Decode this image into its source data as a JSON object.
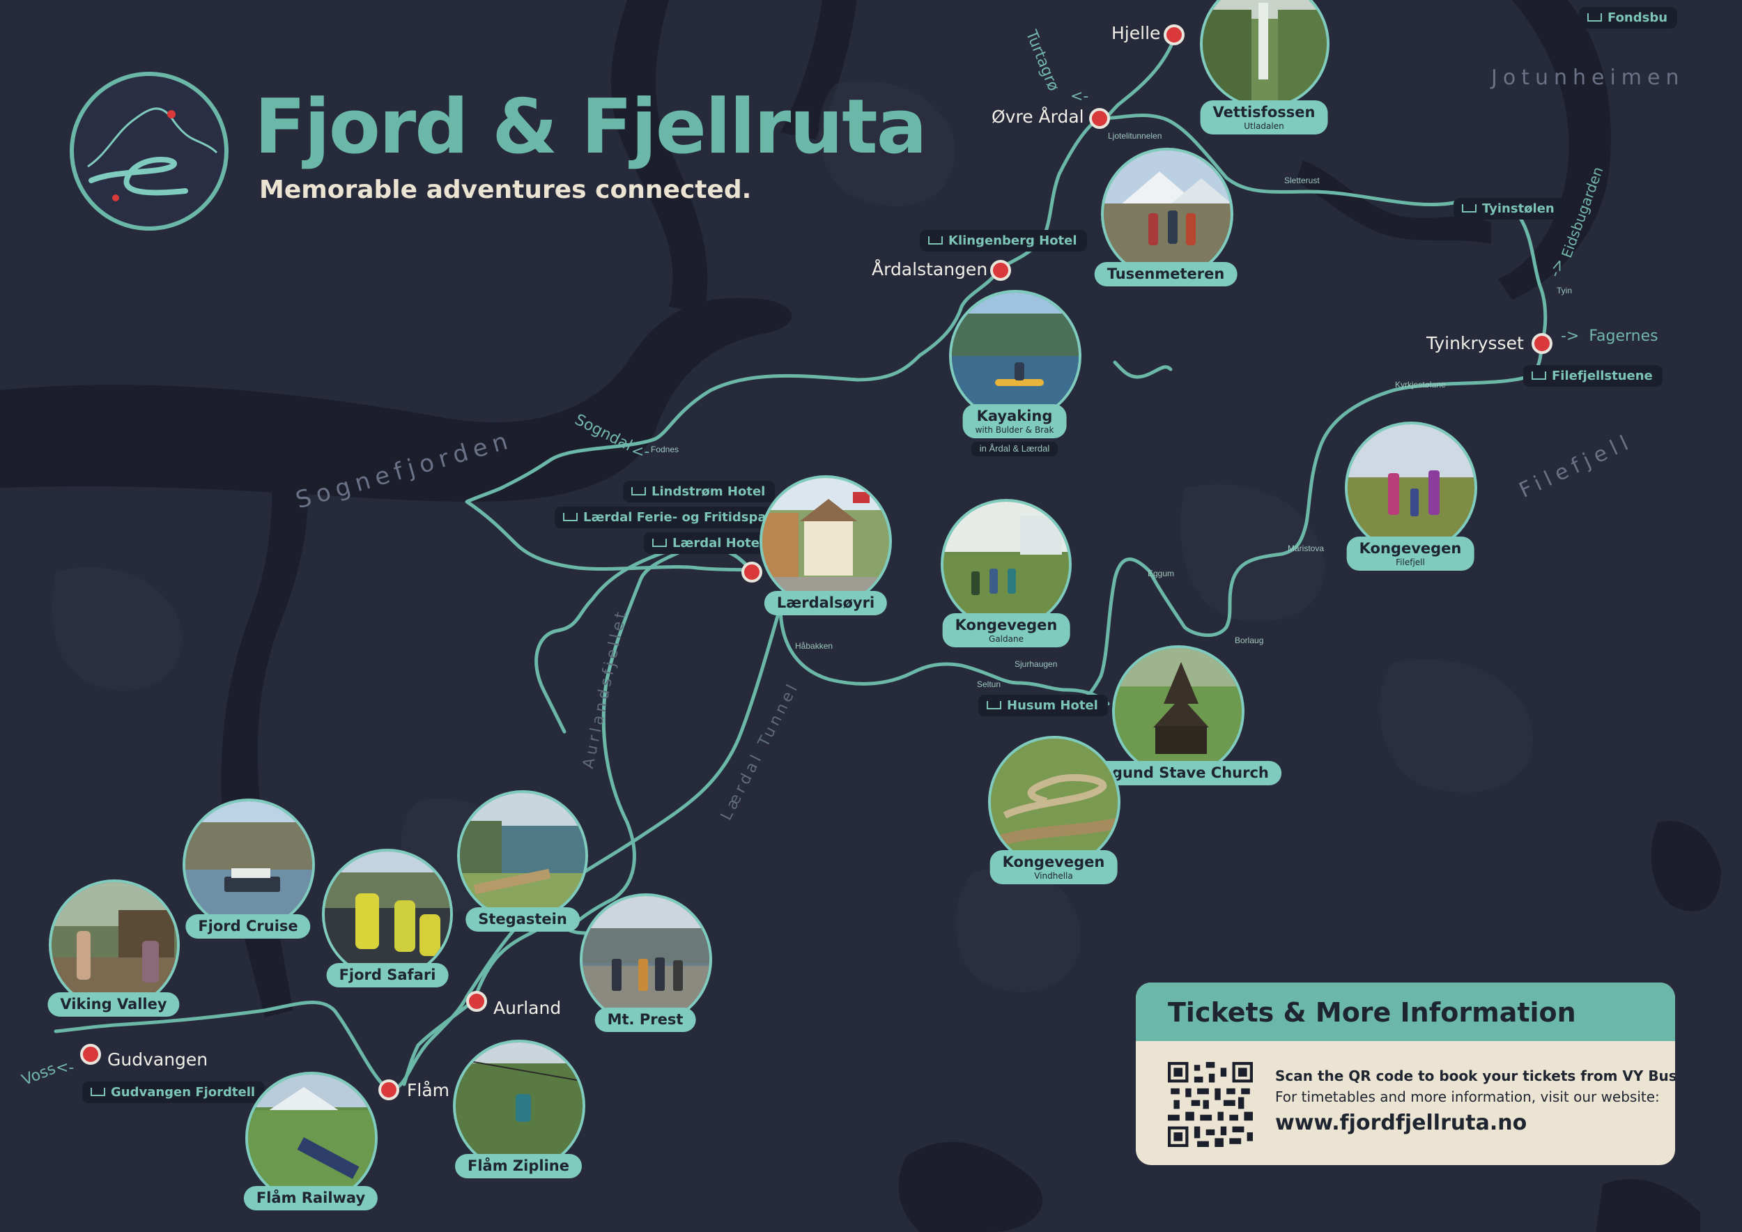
{
  "header": {
    "title": "Fjord & Fjellruta",
    "subtitle": "Memorable adventures connected."
  },
  "regions": {
    "sognefjorden": "Sognefjorden",
    "jotunheimen": "Jotunheimen",
    "filefjell": "Filefjell",
    "aurlandsfjellet": "Aurlandsfjellet",
    "laerdal_tunnel": "Lærdal Tunnel"
  },
  "stops": {
    "hjelle": "Hjelle",
    "ovre_ardal": "Øvre Årdal",
    "ardalstangen": "Årdalstangen",
    "tyinkrysset": "Tyinkrysset",
    "laerdalsoyri_stop": "",
    "aurland": "Aurland",
    "gudvangen": "Gudvangen",
    "flam": "Flåm"
  },
  "directions": {
    "turtagro": "Turtagrø",
    "sogndal": "Sogndal",
    "fagernes": "Fagernes",
    "eidsbugarden": "Eidsbugarden",
    "voss": "Voss"
  },
  "places": {
    "ljotelitunnelen": "Ljotelitunnelen",
    "sletterust": "Sletterust",
    "tyin": "Tyin",
    "kyrkjestolane": "Kyrkjestølane",
    "maristova": "Maristova",
    "borlaug": "Borlaug",
    "eggum": "Eggum",
    "sjurhaugen": "Sjurhaugen",
    "seltun": "Seltun",
    "habakken": "Håbakken",
    "fodnes": "Fodnes"
  },
  "hotels": {
    "fondsbu": "Fondsbu",
    "tyinstolen": "Tyinstølen",
    "filefjellstuene": "Filefjellstuene",
    "klingenberg": "Klingenberg Hotel",
    "lindstrom": "Lindstrøm Hotel",
    "laerdal_ferie": "Lærdal Ferie- og Fritidspark",
    "laerdal_hotel": "Lærdal Hotel",
    "husum": "Husum Hotel",
    "gudvangen_fjordtell": "Gudvangen Fjordtell"
  },
  "attractions": {
    "vettisfossen": {
      "name": "Vettisfossen",
      "sub": "Utladalen"
    },
    "tusenmeteren": {
      "name": "Tusenmeteren"
    },
    "kayaking": {
      "name": "Kayaking",
      "sub": "with Bulder & Brak",
      "note": "in Årdal & Lærdal"
    },
    "laerdalsoyri": {
      "name": "Lærdalsøyri"
    },
    "kongevegen_galdane": {
      "name": "Kongevegen",
      "sub": "Galdane"
    },
    "kongevegen_filefjell": {
      "name": "Kongevegen",
      "sub": "Filefjell"
    },
    "borgund": {
      "name": "Borgund Stave Church"
    },
    "kongevegen_vindhella": {
      "name": "Kongevegen",
      "sub": "Vindhella"
    },
    "fjord_cruise": {
      "name": "Fjord Cruise"
    },
    "viking_valley": {
      "name": "Viking Valley"
    },
    "fjord_safari": {
      "name": "Fjord Safari"
    },
    "stegastein": {
      "name": "Stegastein"
    },
    "mt_prest": {
      "name": "Mt. Prest"
    },
    "flam_railway": {
      "name": "Flåm Railway"
    },
    "flam_zipline": {
      "name": "Flåm Zipline"
    }
  },
  "info": {
    "heading": "Tickets & More Information",
    "line1": "Scan the QR code to book your tickets from VY Buss.",
    "line2": "For timetables and more information, visit our website:",
    "url": "www.fjordfjellruta.no"
  },
  "colors": {
    "route": "#6bb8a8",
    "stop": "#d9393a",
    "accent": "#7fcbbd",
    "background": "#262a3a",
    "info_panel": "#ece4d2"
  }
}
